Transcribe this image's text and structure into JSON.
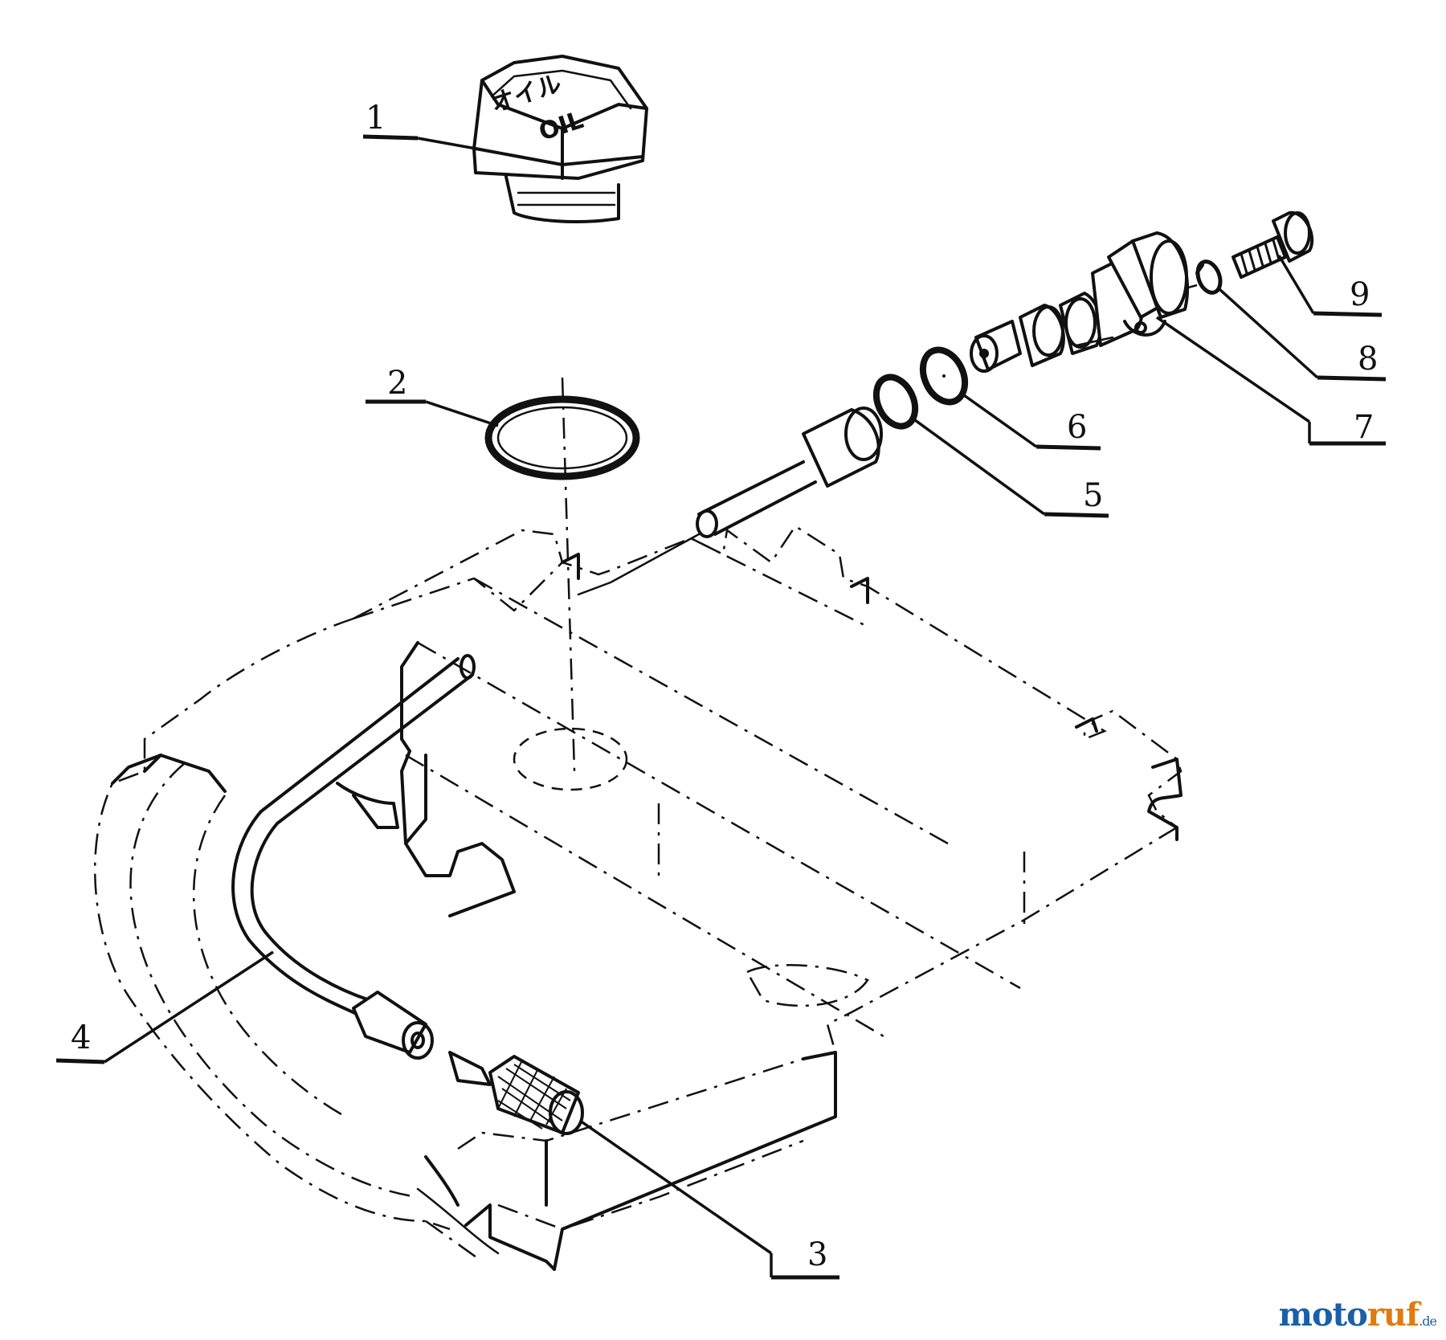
{
  "diagram": {
    "cap_lettering": {
      "top": "オイル",
      "bottom": "OIL"
    },
    "callouts": [
      {
        "id": "1",
        "label": "1"
      },
      {
        "id": "2",
        "label": "2"
      },
      {
        "id": "3",
        "label": "3"
      },
      {
        "id": "4",
        "label": "4"
      },
      {
        "id": "5",
        "label": "5"
      },
      {
        "id": "6",
        "label": "6"
      },
      {
        "id": "7",
        "label": "7"
      },
      {
        "id": "8",
        "label": "8"
      },
      {
        "id": "9",
        "label": "9"
      }
    ]
  },
  "watermark": {
    "brand_part1": "moto",
    "brand_part2": "ruf",
    "tld": ".de"
  },
  "colors": {
    "ink": "#111111",
    "brand_blue": "#1a5fa8",
    "brand_orange": "#e07b10"
  }
}
